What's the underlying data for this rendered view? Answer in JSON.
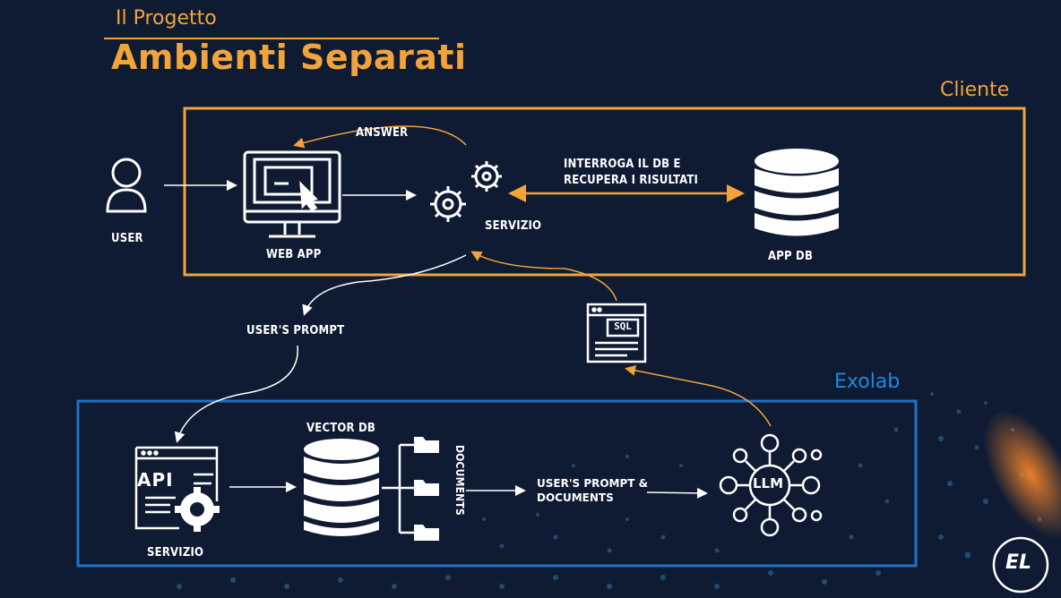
{
  "header": {
    "subtitle": "Il Progetto",
    "title": "Ambienti Separati"
  },
  "regions": {
    "cliente": {
      "label": "Cliente",
      "color": "#f2a33a"
    },
    "exolab": {
      "label": "Exolab",
      "color": "#1e73c8"
    }
  },
  "nodes": {
    "user": "USER",
    "web_app": "WEB APP",
    "servizio_top": "SERVIZIO",
    "app_db": "APP DB",
    "servizio_bottom": "SERVIZIO",
    "vector_db": "VECTOR DB",
    "documents": "DOCUMENTS",
    "llm": "LLM",
    "sql": "SQL",
    "api": "API"
  },
  "edges": {
    "answer": "ANSWER",
    "query_line1": "INTERROGA IL DB E",
    "query_line2": "RECUPERA I RISULTATI",
    "users_prompt": "USER'S PROMPT",
    "prompt_docs_line1": "USER'S PROMPT  &",
    "prompt_docs_line2": "DOCUMENTS"
  },
  "logo": {
    "text": "EL"
  },
  "colors": {
    "accent": "#f2a33a",
    "background": "#0e1b33",
    "secondary": "#1e73c8"
  }
}
